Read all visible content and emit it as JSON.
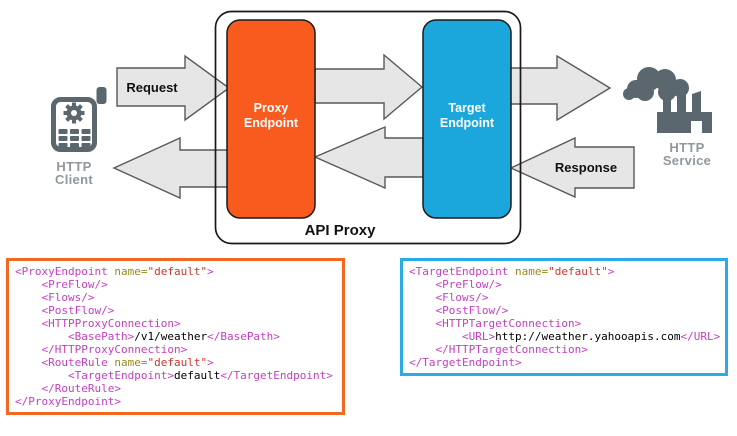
{
  "colors": {
    "orange": "#F95B1E",
    "blue": "#1BA7DC",
    "proxy_code_border": "#F26822",
    "target_code_border": "#29ABE3",
    "arrow_fill": "#E6E6E6",
    "arrow_stroke": "#595959",
    "icon_gray": "#5A676E",
    "icon_label_gray": "#8E989E",
    "code_tag": "#C33FC0",
    "code_attr": "#97891E",
    "code_value": "#CE352C",
    "code_text": "#000000"
  },
  "diagram": {
    "api_proxy_label": "API Proxy",
    "request_label": "Request",
    "response_label": "Response",
    "proxy_endpoint": {
      "line1": "Proxy",
      "line2": "Endpoint"
    },
    "target_endpoint": {
      "line1": "Target",
      "line2": "Endpoint"
    },
    "http_client": {
      "line1": "HTTP",
      "line2": "Client"
    },
    "http_service": {
      "line1": "HTTP",
      "line2": "Service"
    }
  },
  "proxy_code": {
    "lines": [
      [
        {
          "c": "tag",
          "t": "<ProxyEndpoint"
        },
        {
          "c": "plain",
          "t": " "
        },
        {
          "c": "attr",
          "t": "name="
        },
        {
          "c": "val",
          "t": "\"default\""
        },
        {
          "c": "tag",
          "t": ">"
        }
      ],
      [
        {
          "c": "plain",
          "t": "    "
        },
        {
          "c": "tag",
          "t": "<PreFlow/>"
        }
      ],
      [
        {
          "c": "plain",
          "t": "    "
        },
        {
          "c": "tag",
          "t": "<Flows/>"
        }
      ],
      [
        {
          "c": "plain",
          "t": "    "
        },
        {
          "c": "tag",
          "t": "<PostFlow/>"
        }
      ],
      [
        {
          "c": "plain",
          "t": "    "
        },
        {
          "c": "tag",
          "t": "<HTTPProxyConnection>"
        }
      ],
      [
        {
          "c": "plain",
          "t": "        "
        },
        {
          "c": "tag",
          "t": "<BasePath>"
        },
        {
          "c": "plain",
          "t": "/v1/weather"
        },
        {
          "c": "tag",
          "t": "</BasePath>"
        }
      ],
      [
        {
          "c": "plain",
          "t": "    "
        },
        {
          "c": "tag",
          "t": "</HTTPProxyConnection>"
        }
      ],
      [
        {
          "c": "plain",
          "t": "    "
        },
        {
          "c": "tag",
          "t": "<RouteRule"
        },
        {
          "c": "plain",
          "t": " "
        },
        {
          "c": "attr",
          "t": "name="
        },
        {
          "c": "val",
          "t": "\"default\""
        },
        {
          "c": "tag",
          "t": ">"
        }
      ],
      [
        {
          "c": "plain",
          "t": "        "
        },
        {
          "c": "tag",
          "t": "<TargetEndpoint>"
        },
        {
          "c": "plain",
          "t": "default"
        },
        {
          "c": "tag",
          "t": "</TargetEndpoint>"
        }
      ],
      [
        {
          "c": "plain",
          "t": "    "
        },
        {
          "c": "tag",
          "t": "</RouteRule>"
        }
      ],
      [
        {
          "c": "tag",
          "t": "</ProxyEndpoint>"
        }
      ]
    ]
  },
  "target_code": {
    "lines": [
      [
        {
          "c": "tag",
          "t": "<TargetEndpoint"
        },
        {
          "c": "plain",
          "t": " "
        },
        {
          "c": "attr",
          "t": "name="
        },
        {
          "c": "val",
          "t": "\"default\""
        },
        {
          "c": "tag",
          "t": ">"
        }
      ],
      [
        {
          "c": "plain",
          "t": "    "
        },
        {
          "c": "tag",
          "t": "<PreFlow/>"
        }
      ],
      [
        {
          "c": "plain",
          "t": "    "
        },
        {
          "c": "tag",
          "t": "<Flows/>"
        }
      ],
      [
        {
          "c": "plain",
          "t": "    "
        },
        {
          "c": "tag",
          "t": "<PostFlow/>"
        }
      ],
      [
        {
          "c": "plain",
          "t": "    "
        },
        {
          "c": "tag",
          "t": "<HTTPTargetConnection>"
        }
      ],
      [
        {
          "c": "plain",
          "t": "        "
        },
        {
          "c": "tag",
          "t": "<URL>"
        },
        {
          "c": "plain",
          "t": "http://weather.yahooapis.com"
        },
        {
          "c": "tag",
          "t": "</URL>"
        }
      ],
      [
        {
          "c": "plain",
          "t": "    "
        },
        {
          "c": "tag",
          "t": "</HTTPTargetConnection>"
        }
      ],
      [
        {
          "c": "tag",
          "t": "</TargetEndpoint>"
        }
      ]
    ]
  }
}
